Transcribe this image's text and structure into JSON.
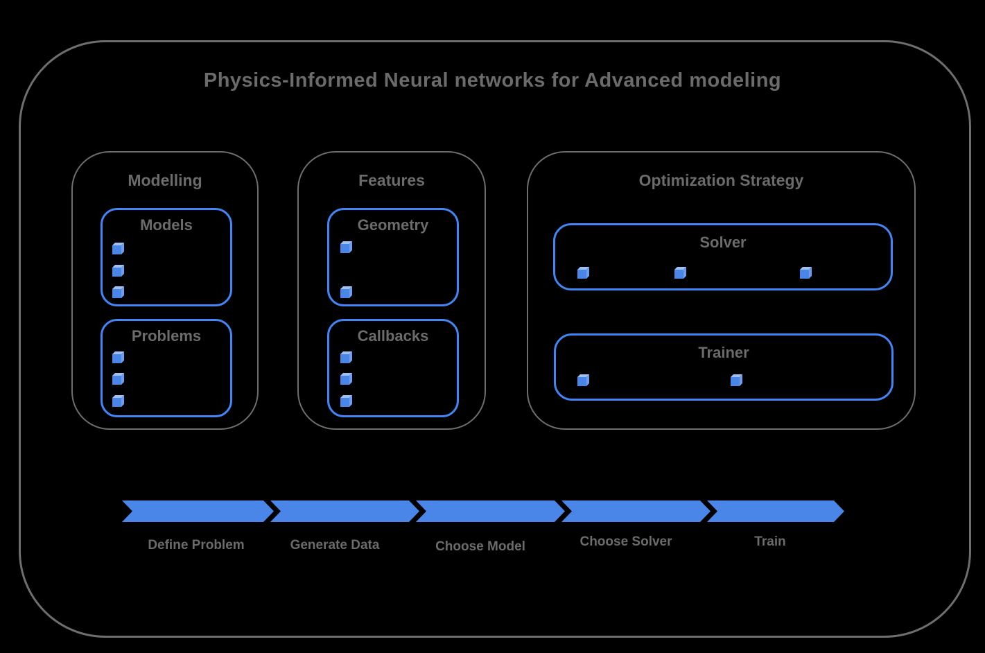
{
  "title": "Physics-Informed Neural networks for Advanced modeling",
  "colors": {
    "background": "#000000",
    "frame_border_gray": "#6e6e6e",
    "text_gray": "#6b6b6b",
    "box_border_blue": "#4285f4",
    "arrow_blue": "#4a86e8",
    "cube_face_blue": "#4a86e8",
    "cube_top_blue": "#9fc0f0",
    "cube_side_blue": "#6d9eeb"
  },
  "groups": [
    {
      "label": "Modelling",
      "boxes": [
        {
          "label": "Models",
          "bullet_count": 3
        },
        {
          "label": "Problems",
          "bullet_count": 3
        }
      ]
    },
    {
      "label": "Features",
      "boxes": [
        {
          "label": "Geometry",
          "bullet_count": 2
        },
        {
          "label": "Callbacks",
          "bullet_count": 3
        }
      ]
    },
    {
      "label": "Optimization Strategy",
      "boxes": [
        {
          "label": "Solver",
          "bullet_count": 3
        },
        {
          "label": "Trainer",
          "bullet_count": 2
        }
      ]
    }
  ],
  "flow": {
    "steps": [
      {
        "label": "Define Problem"
      },
      {
        "label": "Generate Data"
      },
      {
        "label": "Choose Model"
      },
      {
        "label": "Choose Solver"
      },
      {
        "label": "Train"
      }
    ]
  }
}
